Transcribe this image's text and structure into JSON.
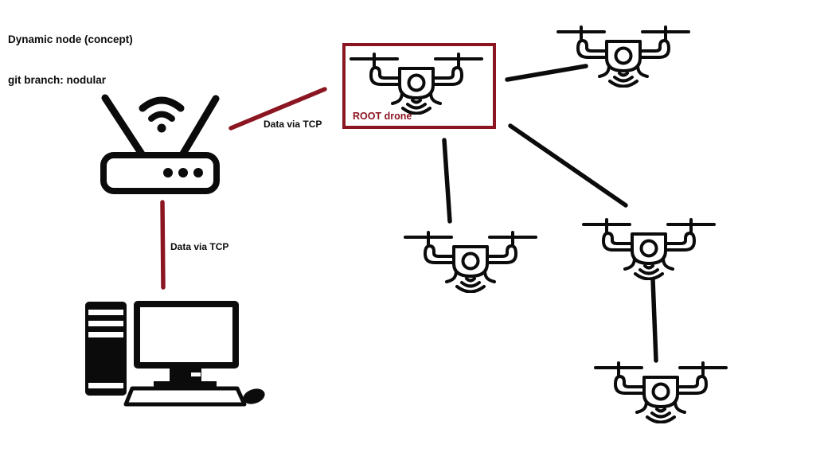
{
  "title": {
    "line1": "Dynamic node (concept)",
    "line2": "git branch: nodular"
  },
  "colors": {
    "dark_red": "#8B1622",
    "black": "#0B0B0B",
    "background": "#FFFFFF"
  },
  "nodes": {
    "router": {
      "icon": "wifi-router-icon"
    },
    "computer": {
      "icon": "desktop-computer-icon"
    },
    "root_drone": {
      "label": "ROOT drone",
      "icon": "quadcopter-drone-icon",
      "highlighted": true,
      "highlight_color": "#8B1622"
    },
    "drone_top_right": {
      "icon": "quadcopter-drone-icon"
    },
    "drone_middle": {
      "icon": "quadcopter-drone-icon"
    },
    "drone_mid_right": {
      "icon": "quadcopter-drone-icon"
    },
    "drone_bottom_right": {
      "icon": "quadcopter-drone-icon"
    }
  },
  "links": {
    "router_to_root_drone": {
      "label": "Data via TCP",
      "color": "#8B1622"
    },
    "router_to_computer": {
      "label": "Data via TCP",
      "color": "#8B1622"
    },
    "root_to_top_right": {
      "label": "",
      "color": "#0B0B0B"
    },
    "root_to_middle": {
      "label": "",
      "color": "#0B0B0B"
    },
    "root_to_mid_right": {
      "label": "",
      "color": "#0B0B0B"
    },
    "mid_right_to_bottom_right": {
      "label": "",
      "color": "#0B0B0B"
    }
  }
}
